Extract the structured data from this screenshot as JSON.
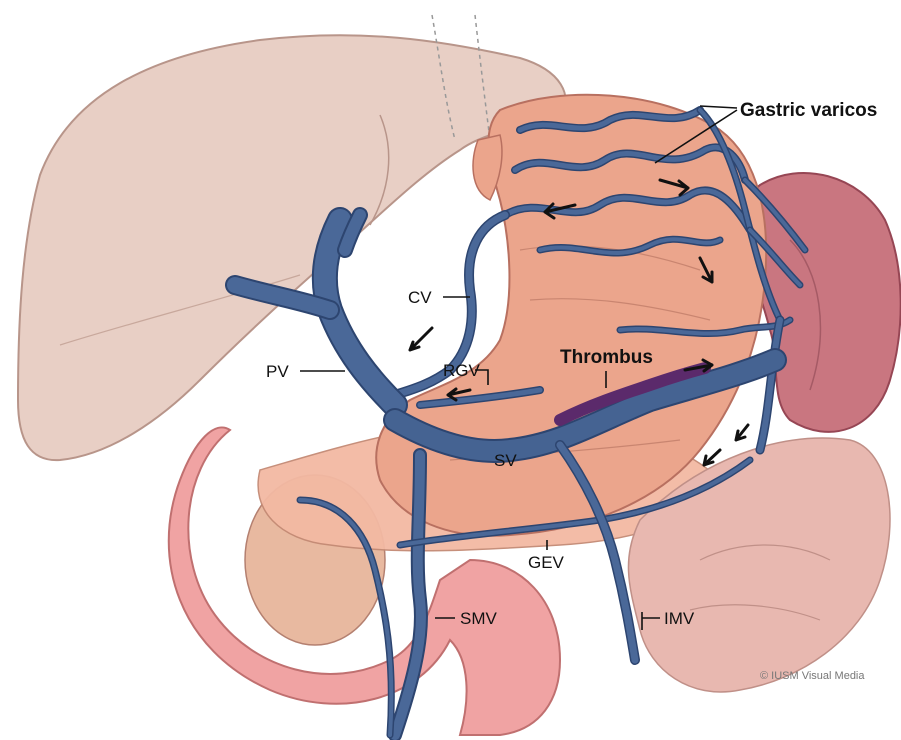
{
  "labels": {
    "gastric_varices": "Gastric varicos",
    "cv": "CV",
    "pv": "PV",
    "rgv": "RGV",
    "thrombus": "Thrombus",
    "sv": "SV",
    "gev": "GEV",
    "smv": "SMV",
    "imv": "IMV"
  },
  "credit": "© IUSM Visual Media",
  "colors": {
    "liver": "#e8cfc5",
    "stomach": "#eba58c",
    "spleen": "#c97680",
    "duodenum": "#f0a3a3",
    "pancreas": "#f3b9a3",
    "vein": "#4a6898",
    "thrombus": "#5b2a6b"
  }
}
